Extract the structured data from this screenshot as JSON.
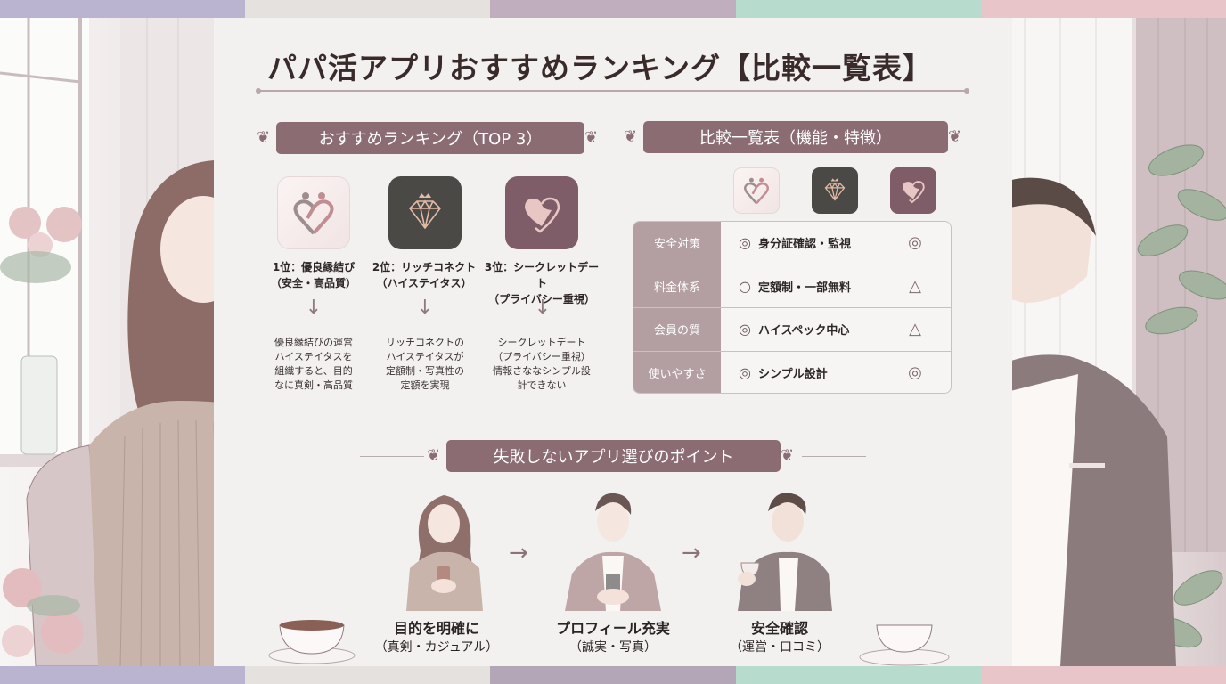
{
  "colors": {
    "stripe": [
      "#bab4d0",
      "#e5e1de",
      "#c0adbe",
      "#b7dbcc",
      "#e8c5c8"
    ],
    "banner": "#8a6c72",
    "table_header": "#b39ea2",
    "text_dark": "#3a2b2b"
  },
  "header": {
    "title": "パパ活アプリおすすめランキング【比較一覧表】"
  },
  "ranking": {
    "banner": "おすすめランキング（TOP 3）",
    "items": [
      {
        "icon": "intertwined-hearts-icon",
        "rank_line": "1位：優良縁結び",
        "tagline": "（安全・高品質）",
        "arrow": "↓",
        "description": [
          "優良縁結びの運営",
          "ハイステイタスを",
          "組織すると、目的",
          "なに真剣・高品質"
        ]
      },
      {
        "icon": "diamond-crown-icon",
        "rank_line": "2位：リッチコネクト",
        "tagline": "（ハイステイタス）",
        "arrow": "↓",
        "description": [
          "リッチコネクトの",
          "ハイステイタスが",
          "定額制・写真性の",
          "定額を実現"
        ]
      },
      {
        "icon": "heart-check-icon",
        "rank_line": "3位：シークレットデート",
        "tagline": "（プライバシー重視）",
        "arrow": "↓",
        "description": [
          "シークレットデート",
          "（プライバシー重視）",
          "情報さななシンプル設",
          "計できない"
        ]
      }
    ]
  },
  "comparison": {
    "banner": "比較一覧表（機能・特徴）",
    "column_icons": [
      "intertwined-hearts-icon",
      "diamond-crown-icon",
      "heart-check-icon"
    ],
    "rows": [
      {
        "label": "安全対策",
        "mark": "◎",
        "value": "身分証確認・監視",
        "mark2": "◎"
      },
      {
        "label": "料金体系",
        "mark": "○",
        "value": "定額制・一部無料",
        "mark2": "△"
      },
      {
        "label": "会員の質",
        "mark": "◎",
        "value": "ハイスペック中心",
        "mark2": "△"
      },
      {
        "label": "使いやすさ",
        "mark": "◎",
        "value": "シンプル設計",
        "mark2": "◎"
      }
    ]
  },
  "points": {
    "banner": "失敗しないアプリ選びのポイント",
    "arrow": "→",
    "steps": [
      {
        "figure": "woman-with-phone",
        "title": "目的を明確に",
        "subtitle": "（真剣・カジュアル）"
      },
      {
        "figure": "man-with-phone",
        "title": "プロフィール充実",
        "subtitle": "（誠実・写真）"
      },
      {
        "figure": "man-with-coffee",
        "title": "安全確認",
        "subtitle": "（運営・口コミ）"
      }
    ]
  }
}
